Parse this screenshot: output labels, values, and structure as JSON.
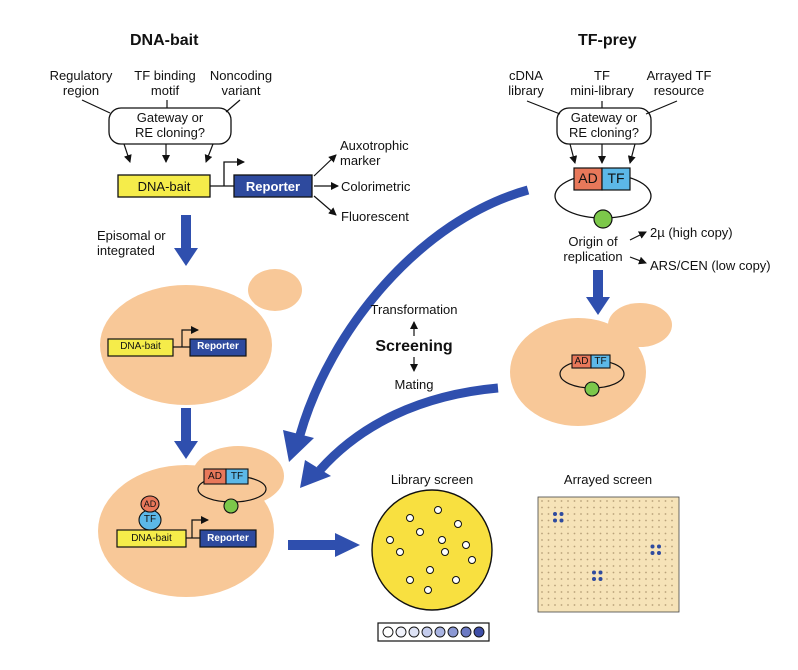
{
  "dna_bait": {
    "title": "DNA-bait",
    "sources": [
      "Regulatory\nregion",
      "TF binding\nmotif",
      "Noncoding\nvariant"
    ],
    "cloning_box": "Gateway or\nRE cloning?",
    "bait_label": "DNA-bait",
    "reporter_label": "Reporter",
    "outputs": [
      "Auxotrophic\nmarker",
      "Colorimetric",
      "Fluorescent"
    ],
    "integration_note": "Episomal or\nintegrated",
    "yeast_bait_label": "DNA-bait",
    "yeast_reporter_label": "Reporter"
  },
  "tf_prey": {
    "title": "TF-prey",
    "sources": [
      "cDNA\nlibrary",
      "TF\nmini-library",
      "Arrayed TF\nresource"
    ],
    "cloning_box": "Gateway or\nRE cloning?",
    "ad_label": "AD",
    "tf_label": "TF",
    "origin_label": "Origin of\nreplication",
    "copy_options": [
      "2µ (high copy)",
      "ARS/CEN (low copy)"
    ]
  },
  "screening": {
    "title": "Screening",
    "up_label": "Transformation",
    "down_label": "Mating"
  },
  "combined_yeast": {
    "ad_label": "AD",
    "tf_label": "TF",
    "bait_label": "DNA-bait",
    "reporter_label": "Reporter"
  },
  "screens": {
    "library_title": "Library screen",
    "arrayed_title": "Arrayed screen"
  },
  "colors": {
    "arrow_blue": "#2f4fae",
    "yeast": "#f8c898",
    "bait_yellow": "#f5ec4a",
    "reporter_blue": "#2e4a9e",
    "ad_orange": "#e8785a",
    "tf_blue": "#5cb8e8",
    "origin_green": "#7cc84a",
    "plate_yellow": "#f8e040"
  }
}
